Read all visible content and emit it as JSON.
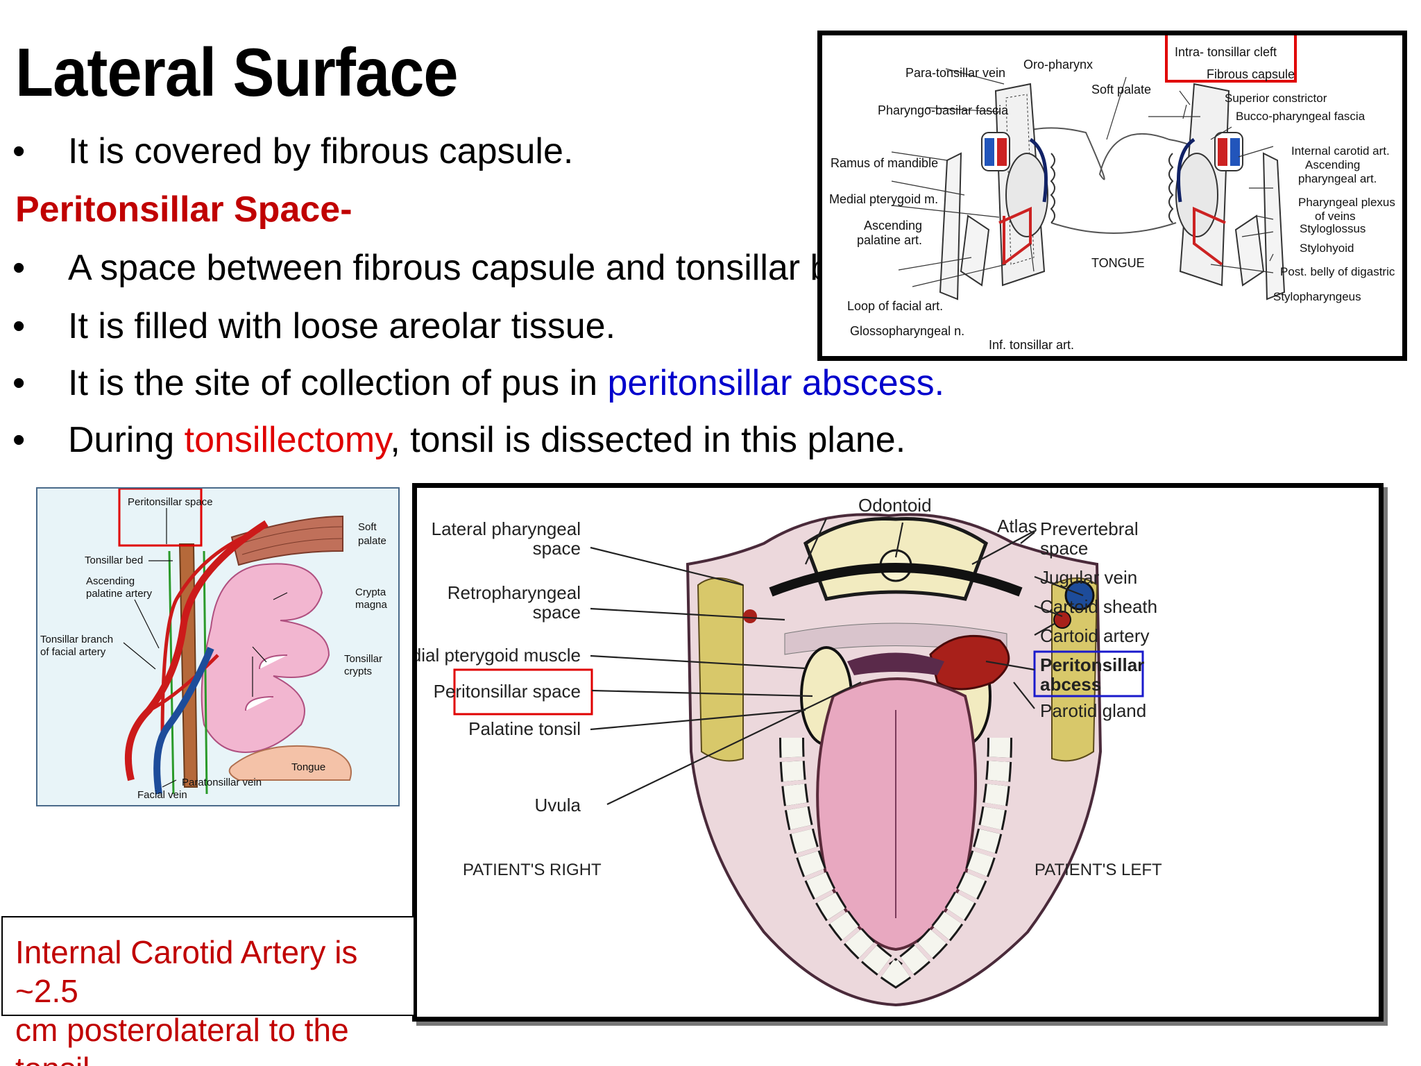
{
  "title": "Lateral Surface",
  "bullets_top": [
    "It is covered by fibrous capsule."
  ],
  "subhead": "Peritonsillar Space-",
  "bullets": [
    {
      "parts": [
        {
          "t": "A space between fibrous capsule and tonsillar bed.",
          "c": "#000000"
        }
      ]
    },
    {
      "parts": [
        {
          "t": "It is filled with loose areolar tissue.",
          "c": "#000000"
        }
      ]
    },
    {
      "parts": [
        {
          "t": "It is the site of collection of pus in ",
          "c": "#000000"
        },
        {
          "t": "peritonsillar abscess.",
          "c": "#0000cc"
        }
      ]
    },
    {
      "parts": [
        {
          "t": "During ",
          "c": "#000000"
        },
        {
          "t": "tonsillectomy",
          "c": "#e00000"
        },
        {
          "t": ", tonsil is dissected in this plane.",
          "c": "#000000"
        }
      ]
    }
  ],
  "bullet_char": "•",
  "note": {
    "line1": "Internal Carotid Artery is ~2.5",
    "line2": "cm posterolateral to the tonsil"
  },
  "fig_top": {
    "labels_left": [
      "Para-tonsillar vein",
      "Pharyngo-basilar fascia",
      "Ramus of mandible",
      "Medial pterygoid m.",
      "Ascending",
      "palatine art.",
      "Loop of facial art.",
      "Glossopharyngeal n."
    ],
    "labels_top": [
      "Oro-pharynx",
      "Soft palate",
      "Intra- tonsillar cleft",
      "Fibrous capsule"
    ],
    "labels_right": [
      "Superior constrictor",
      "Bucco-pharyngeal fascia",
      "Internal carotid art.",
      "Ascending",
      "pharyngeal art.",
      "Pharyngeal plexus",
      "of veins",
      "Styloglossus",
      "Stylohyoid",
      "Post. belly of digastric",
      "Stylopharyngeus"
    ],
    "labels_bottom": [
      "TONGUE",
      "Inf. tonsillar art."
    ]
  },
  "fig_left": {
    "labels": [
      "Peritonsillar space",
      "Soft",
      "palate",
      "Tonsillar bed",
      "Ascending",
      "palatine artery",
      "Crypta",
      "magna",
      "Tonsillar branch",
      "of facial artery",
      "Tonsillar",
      "crypts",
      "Tongue",
      "Paratonsillar vein",
      "Facial vein"
    ]
  },
  "fig_main": {
    "labels_left": [
      "Lateral pharyngeal",
      "space",
      "Retropharyngeal",
      "space",
      "Medial pterygoid muscle",
      "Peritonsillar space",
      "Palatine tonsil",
      "Uvula"
    ],
    "labels_top": [
      "Odontoid",
      "Atlas"
    ],
    "labels_right": [
      "Prevertebral",
      "space",
      "Jugular vein",
      "Cartoid sheath",
      "Cartoid artery",
      "Peritonsillar",
      "abcess",
      "Parotid gland"
    ],
    "labels_bottom": [
      "PATIENT'S RIGHT",
      "PATIENT'S LEFT"
    ]
  },
  "colors": {
    "red": "#c00000",
    "blue": "#0000cc",
    "highlight_red_box": "#e00000",
    "highlight_blue_box": "#1a1acc"
  }
}
